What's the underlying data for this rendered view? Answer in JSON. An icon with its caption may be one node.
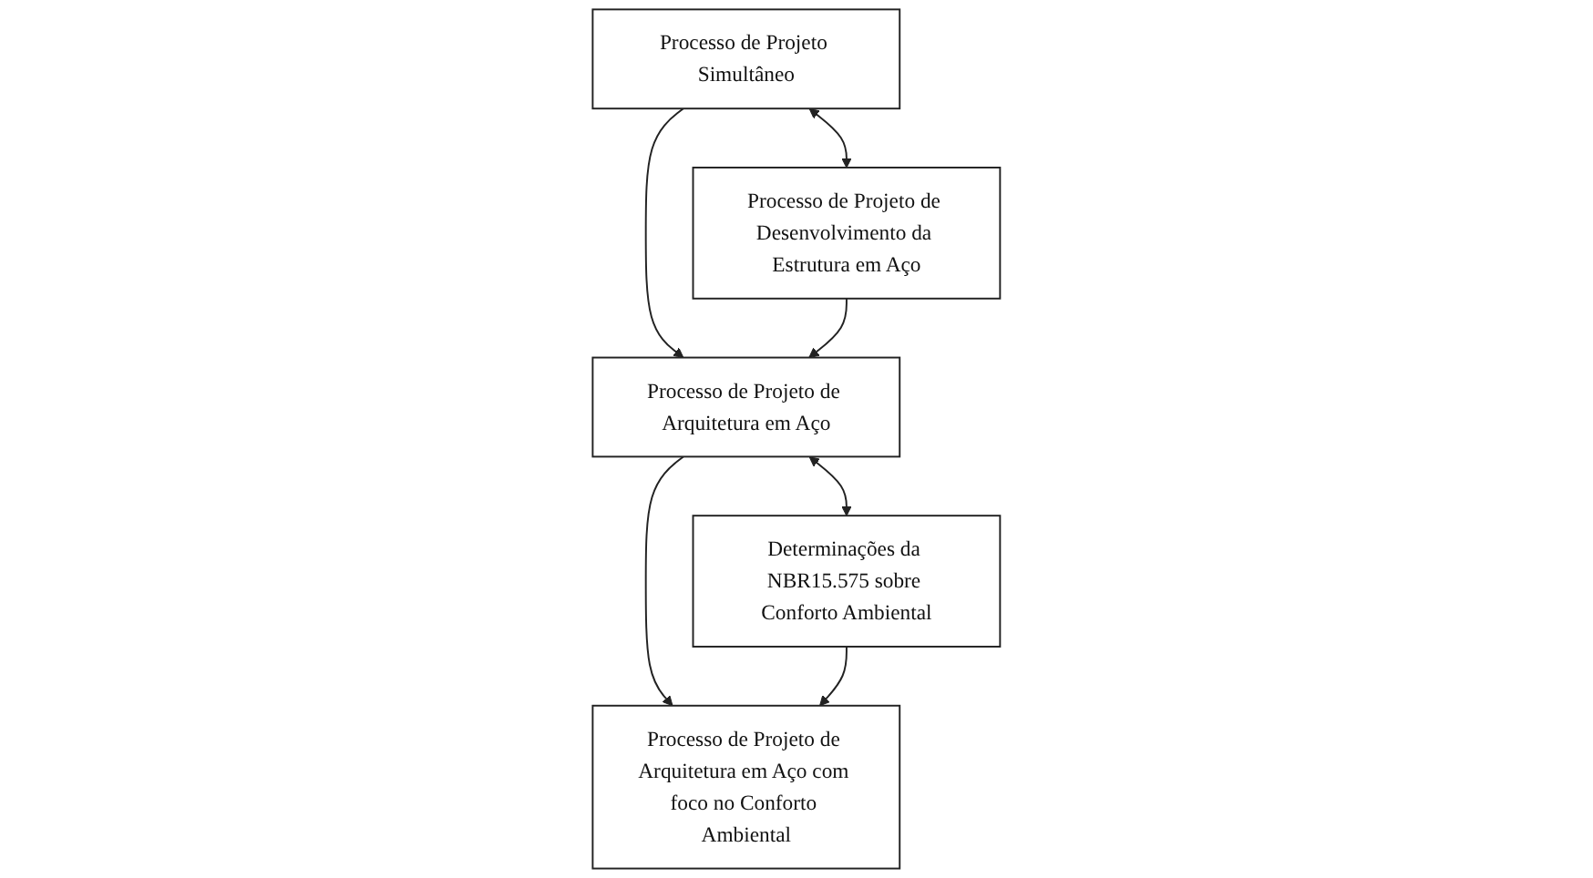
{
  "diagram": {
    "nodes": [
      {
        "text": [
          "Processo de Projeto Simultâneo"
        ]
      },
      {
        "text": [
          "Processo de Projeto de Desenvolvimento da Estrutura em Aço"
        ]
      },
      {
        "text": [
          "Processo de Projeto de Arquitetura em Aço"
        ]
      },
      {
        "text": [
          "Determinações da NBR15.575 sobre Conforto Ambiental"
        ]
      },
      {
        "text": [
          "Processo de Projeto de Arquitetura em Aço com foco no Conforto Ambiental"
        ]
      }
    ],
    "edges": [
      {
        "from": 0,
        "to": 1,
        "arrow": "both"
      },
      {
        "from": 0,
        "to": 2,
        "arrow": "to"
      },
      {
        "from": 1,
        "to": 2,
        "arrow": "to"
      },
      {
        "from": 2,
        "to": 3,
        "arrow": "both"
      },
      {
        "from": 2,
        "to": 4,
        "arrow": "to"
      },
      {
        "from": 3,
        "to": 4,
        "arrow": "to"
      }
    ]
  }
}
